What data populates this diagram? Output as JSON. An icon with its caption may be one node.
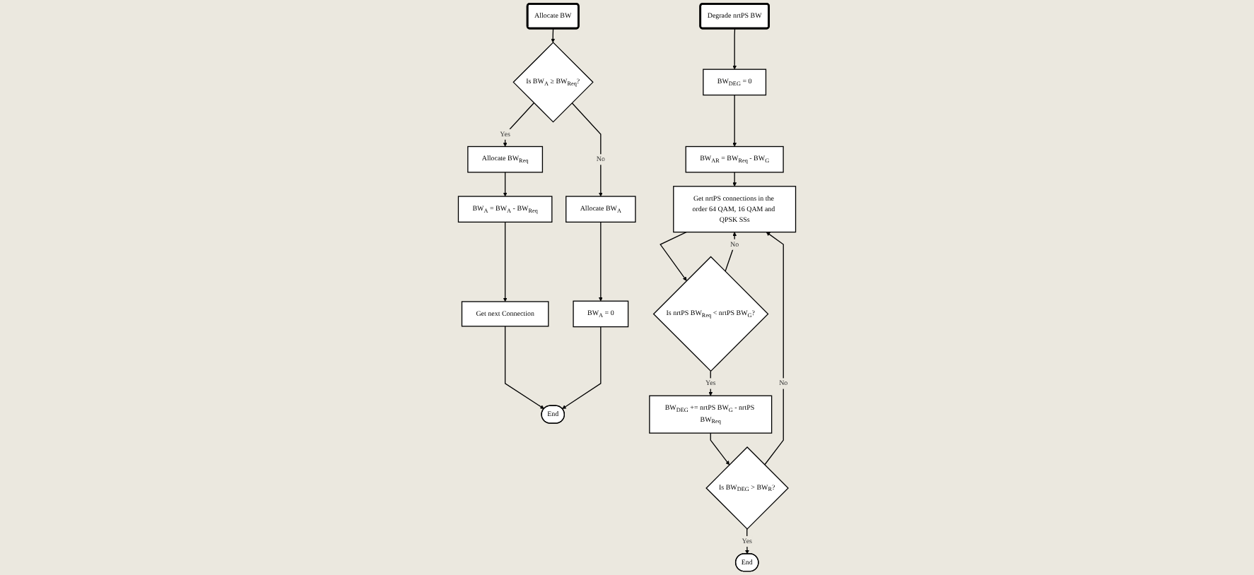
{
  "diagram": {
    "nodes": [
      {
        "text": [
          "Allocate BW"
        ]
      },
      {
        "text": [
          "Is BW$_{A}$ ≥ BW$_{Req}$?"
        ]
      },
      {
        "text": [
          "Allocate BW$_{Req}$"
        ]
      },
      {
        "text": [
          "Allocate BW$_{A}$"
        ]
      },
      {
        "text": [
          "BW$_{A}$ = BW$_{A}$ - BW$_{Req}$"
        ]
      },
      {
        "text": [
          "BW$_{A}$ = 0"
        ]
      },
      {
        "text": [
          "Get next Connection"
        ]
      },
      {
        "text": [
          "End"
        ]
      },
      {
        "text": [
          "Degrade nrtPS BW"
        ]
      },
      {
        "text": [
          "BW$_{DEG}$ = 0"
        ]
      },
      {
        "text": [
          "BW$_{AR}$ = BW$_{Req}$ - BW$_{G}$"
        ]
      },
      {
        "text": [
          "Get nrtPS connections in the order 64 QAM, 16 QAM and QPSK SSs"
        ]
      },
      {
        "text": [
          "Is nrtPS BW$_{Req}$ < nrtPS BW$_{G}$?"
        ]
      },
      {
        "text": [
          "BW$_{DEG}$ += nrtPS BW$_{G}$ - nrtPS BW$_{Req}$"
        ]
      },
      {
        "text": [
          "Is BW$_{DEG}$ > BW$_{R}$?"
        ]
      },
      {
        "text": [
          "End"
        ]
      }
    ],
    "edges": [
      {
        "from": 0,
        "to": 1,
        "arrow": "to"
      },
      {
        "from": 1,
        "to": 2,
        "arrow": "to",
        "label": "Yes"
      },
      {
        "from": 1,
        "to": 3,
        "arrow": "to",
        "label": "No"
      },
      {
        "from": 2,
        "to": 4,
        "arrow": "to"
      },
      {
        "from": 3,
        "to": 5,
        "arrow": "to"
      },
      {
        "from": 4,
        "to": 6,
        "arrow": "to"
      },
      {
        "from": 6,
        "to": 7,
        "arrow": "to"
      },
      {
        "from": 5,
        "to": 7,
        "arrow": "to"
      },
      {
        "from": 8,
        "to": 9,
        "arrow": "to"
      },
      {
        "from": 9,
        "to": 10,
        "arrow": "to"
      },
      {
        "from": 10,
        "to": 11,
        "arrow": "to"
      },
      {
        "from": 11,
        "to": 12,
        "arrow": "to"
      },
      {
        "from": 12,
        "to": 11,
        "arrow": "to",
        "label": "No"
      },
      {
        "from": 12,
        "to": 13,
        "arrow": "to",
        "label": "Yes"
      },
      {
        "from": 13,
        "to": 14,
        "arrow": "to"
      },
      {
        "from": 14,
        "to": 11,
        "arrow": "to",
        "label": "No"
      },
      {
        "from": 14,
        "to": 15,
        "arrow": "to",
        "label": "Yes"
      }
    ]
  }
}
